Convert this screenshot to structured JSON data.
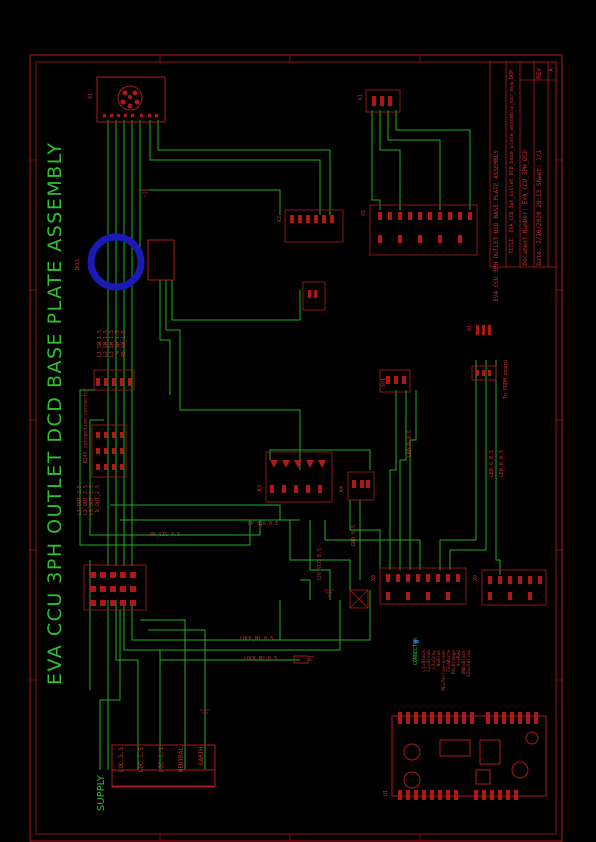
{
  "title": "EVA CCU 3PH OUTLET DCD BASE PLATE ASSEMBLY",
  "supply_label": "SUPPLY",
  "supply_pins": [
    "LOC 5.5",
    "LOC 1.5",
    "LOC 1.1",
    "NEUTRAL",
    "EARTH"
  ],
  "title_block": {
    "col1": "EVA CCU 3PH OUTLET DCD BASE PLATE ASSEMBLY",
    "col2": "TITLE: EVA_CCU_3ph_outlet_DCD_base_plate_assembly_ssr_eva_DCM",
    "col3": "Document Number: EVA_CCU_3PH_DCD",
    "col4": "Date: 2/16/2020 20:13  Sheet: 1/1",
    "rev_label": "REV",
    "rev_value": "A"
  },
  "component_refs": {
    "connector_top": "X1",
    "relay_top_right": "K1",
    "dccl": "DCCL",
    "x2": "X2",
    "x5": "X5",
    "q1": "Q1",
    "k3": "K3",
    "k4": "K4",
    "sv1": "SV1",
    "x8": "X8",
    "x9": "X9",
    "f1": "F1",
    "u1": "U1"
  },
  "notes": {
    "rj45_note": "RJ45 connection connector",
    "to_board": "To FRDM board",
    "legend_head": "CONNECTOR",
    "legend_items": [
      "L1=Black",
      "L2=Brown",
      "L3=Grey",
      "N=Blue",
      "PE=Yellow-green",
      "CP=White",
      "PP=Orange",
      "V+=Red",
      "GND=Black",
      "SIG=Yellow"
    ]
  },
  "wire_labels": [
    "L1_SW_1.5",
    "L2_SW_1.5",
    "L3_SW_1.5",
    "N_SW_1.5",
    "PE_SW_1.5",
    "L1_OUT_2.5",
    "L2_OUT_2.5",
    "L3_OUT_2.5",
    "N_OUT_2.5",
    "CP_SIG_0.5",
    "PP_SIG_0.5",
    "12V_VCC_0.5",
    "GND_0.5",
    "LOCK_M1_0.5",
    "LOCK_M2_0.5",
    "LED_R_0.5",
    "LED_G_0.5",
    "LED_B_0.5"
  ],
  "colors": {
    "frame": "#b01818",
    "wire": "#1fb01f",
    "text_red": "#cc3333",
    "blue_ring": "#1a1ab4",
    "legend_blue": "#3a3acc"
  },
  "icons": [
    "connector-circle-icon",
    "ground-symbol-icon",
    "relay-icon",
    "fuse-icon",
    "terminal-block-icon"
  ]
}
